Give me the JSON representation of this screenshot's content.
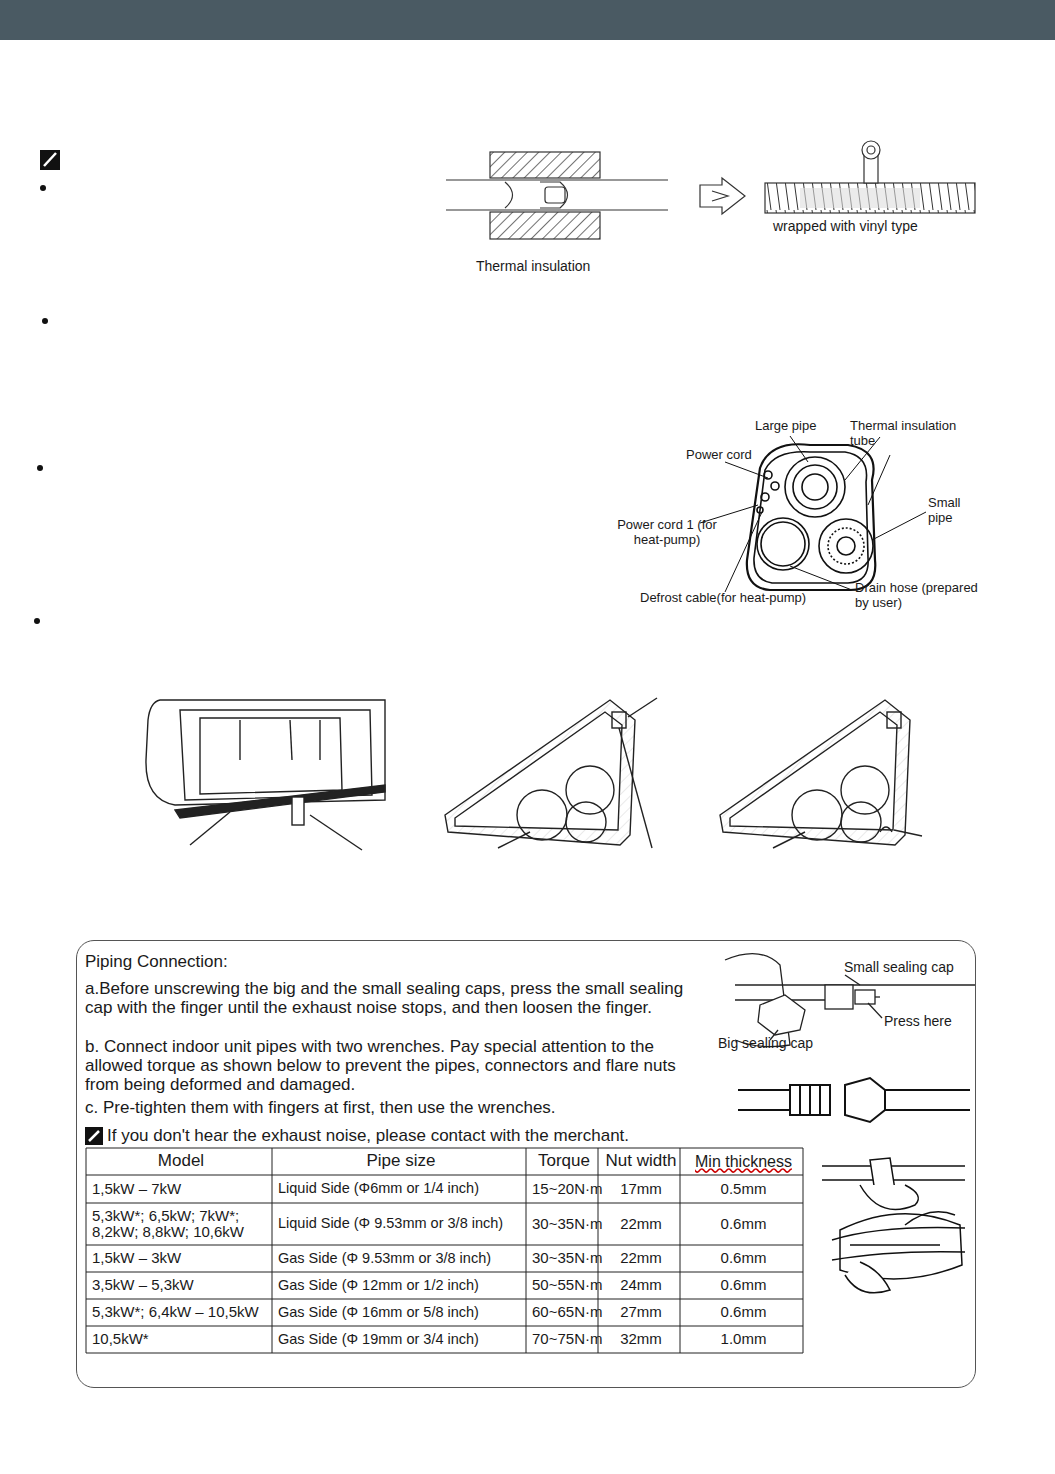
{
  "diagram": {
    "nodes": [
      {
        "text": [
          "Piping Connection:",
          "a.Before unscrewing the big and the small sealing caps, press the small sealing cap with the finger until the exhaust noise stops, and then loosen the finger.",
          "b. Connect indoor unit pipes with two wrenches. Pay special attention to the allowed torque as shown below to prevent the pipes, connectors and flare nuts from being deformed and damaged.",
          "c. Pre-tighten them with fingers at first, then use the wrenches.",
          "If you don't hear the exhaust noise, please contact with the merchant."
        ]
      }
    ],
    "labels": [
      "Thermal insulation",
      "wrapped with vinyl type",
      "Large pipe",
      "Thermal insulation tube",
      "Power cord",
      "Power cord 1 (for heat-pump)",
      "Small pipe",
      "Defrost cable(for heat-pump)",
      "Drain hose (prepared by user)",
      "Small sealing cap",
      "Press here",
      "Big sealing cap",
      "Model",
      "Pipe size",
      "Torque",
      "Nut width",
      "Min thickness",
      "1,5kW – 7kW",
      "Liquid Side (Φ6mm or 1/4 inch)",
      "15~20N·m",
      "17mm",
      "0.5mm",
      "5,3kW*; 6,5kW; 7kW*; 8,2kW; 8,8kW; 10,6kW",
      "Liquid Side (Φ 9.53mm or 3/8 inch)",
      "30~35N·m",
      "22mm",
      "0.6mm",
      "1,5kW – 3kW",
      "Gas Side (Φ 9.53mm or 3/8 inch)",
      "30~35N·m",
      "22mm",
      "0.6mm",
      "3,5kW – 5,3kW",
      "Gas Side (Φ 12mm or 1/2 inch)",
      "50~55N·m",
      "24mm",
      "0.6mm",
      "5,3kW*; 6,4kW – 10,5kW",
      "Gas Side (Φ 16mm or 5/8 inch)",
      "60~65N·m",
      "27mm",
      "0.6mm",
      "10,5kW*",
      "Gas Side (Φ 19mm or 3/4 inch)",
      "70~75N·m",
      "32mm",
      "1.0mm"
    ]
  }
}
